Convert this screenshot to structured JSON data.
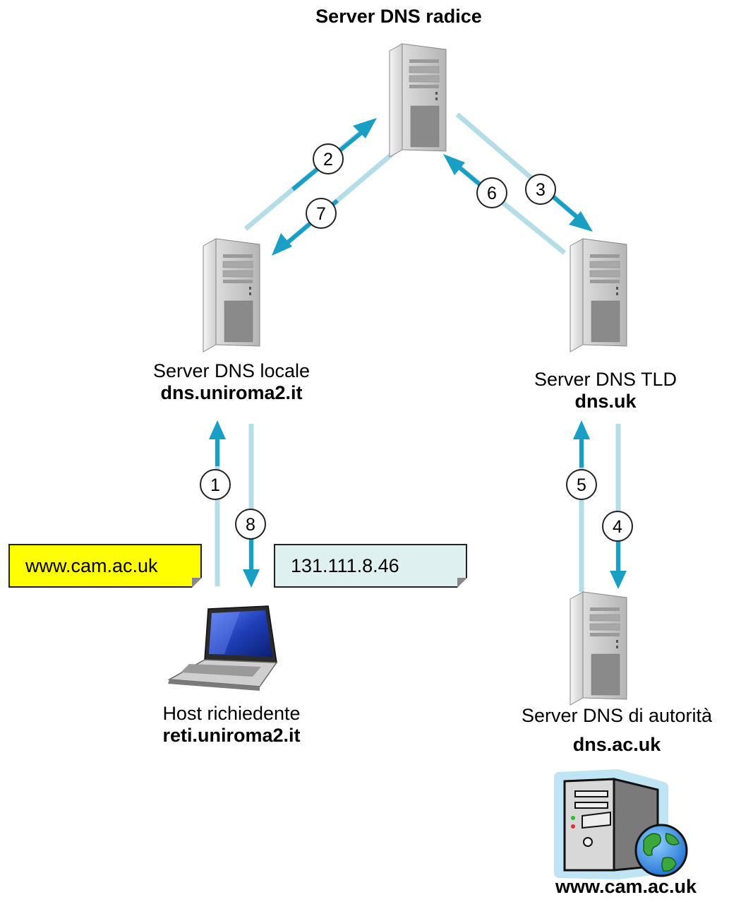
{
  "root_server": {
    "title": "Server DNS radice"
  },
  "local_server": {
    "line1": "Server DNS locale",
    "line2": "dns.uniroma2.it"
  },
  "tld_server": {
    "line1": "Server DNS TLD",
    "line2": "dns.uk"
  },
  "auth_server": {
    "line1": "Server DNS di autorità",
    "line2": "dns.ac.uk"
  },
  "host": {
    "line1": "Host richiedente",
    "line2": "reti.uniroma2.it"
  },
  "web_server": {
    "label": "www.cam.ac.uk"
  },
  "query_note": "www.cam.ac.uk",
  "response_note": "131.111.8.46",
  "steps": [
    "1",
    "2",
    "3",
    "4",
    "5",
    "6",
    "7",
    "8"
  ],
  "colors": {
    "arrow_solid": "#1a9fc4",
    "arrow_light": "#b5dde8",
    "query_note_bg": "#ffff00",
    "response_note_bg": "#dff0f0"
  },
  "icons": {
    "server": "tower-server-icon",
    "host": "laptop-icon",
    "web_server": "web-server-globe-icon"
  }
}
